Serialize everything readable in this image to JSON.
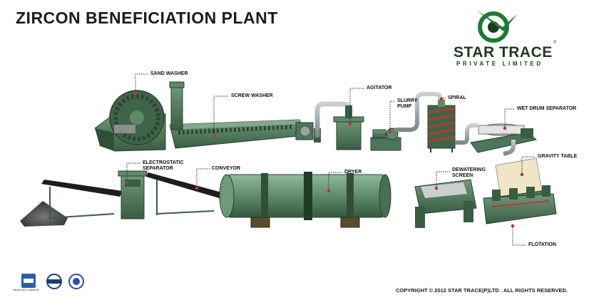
{
  "title": "ZIRCON BENEFICIATION PLANT",
  "brand": {
    "name": "STAR TRACE",
    "tagline": "PRIVATE LIMITED",
    "registered": "®",
    "logo_icon": "star-trace-swoosh-logo",
    "brand_color": "#1e7a34"
  },
  "equipment_labels": {
    "sand_washer": "SAND WASHER",
    "screw_washer": "SCREW WASHER",
    "agitator": "AGITATOR",
    "slurry_pump": "SLURRY\nPUMP",
    "spiral": "SPIRAL",
    "wet_drum_separator": "WET DRUM SEPARATOR",
    "gravity_table": "GRAVITY TABLE",
    "electrostatic_separator": "ELECTROSTATIC\nSEPARATOR",
    "conveyor": "CONVEYOR",
    "dryer": "DRYER",
    "dewatering_screen": "DEWATERING\nSCREEN",
    "flotation": "FLOTATION"
  },
  "certifications": {
    "dnb_tag": "Decide with Confidence",
    "badges": [
      "dnb-badge",
      "quality-cert-badge",
      "tuv-badge"
    ]
  },
  "copyright": "COPYRIGHT © 2012 STAR TRACE(P)LTD . ALL RIGHTS RESERVED.",
  "colors": {
    "machine_green": "#4f7a5a",
    "machine_dark": "#2f4f37",
    "pipe_gray": "#9aa3a6",
    "marker_red": "#c0392b"
  }
}
